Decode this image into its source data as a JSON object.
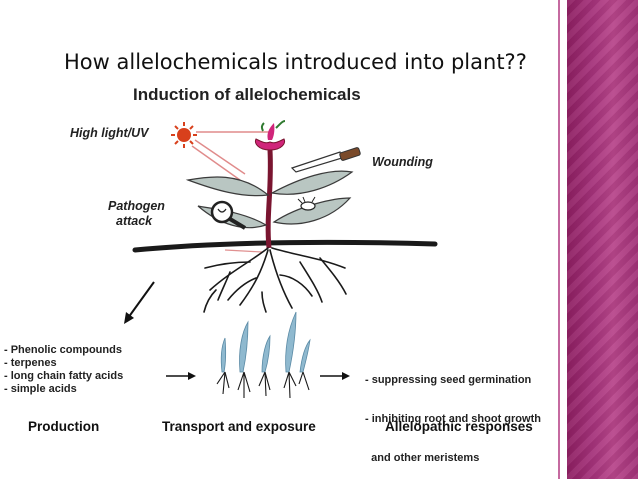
{
  "slide": {
    "title": "How allelochemicals introduced into plant??"
  },
  "figure": {
    "title": "Induction of allelochemicals",
    "triggers": {
      "light": "High light/UV",
      "wounding": "Wounding",
      "pathogen_line1": "Pathogen",
      "pathogen_line2": "attack"
    },
    "production_items": [
      "- Phenolic compounds",
      "- terpenes",
      "- long chain fatty acids",
      "- simple acids"
    ],
    "response_items": [
      "- suppressing seed germination",
      "- inhibiting root and shoot growth",
      "  and other meristems"
    ],
    "stages": {
      "production": "Production",
      "transport": "Transport and exposure",
      "responses": "Allelopathic responses"
    }
  },
  "colors": {
    "sidebar": "#a4327a",
    "flower": "#d0257a",
    "stem": "#7a1530",
    "leaf": "#b9c6c2",
    "sun": "#d8401c",
    "seedling": "#8fb9cf"
  }
}
